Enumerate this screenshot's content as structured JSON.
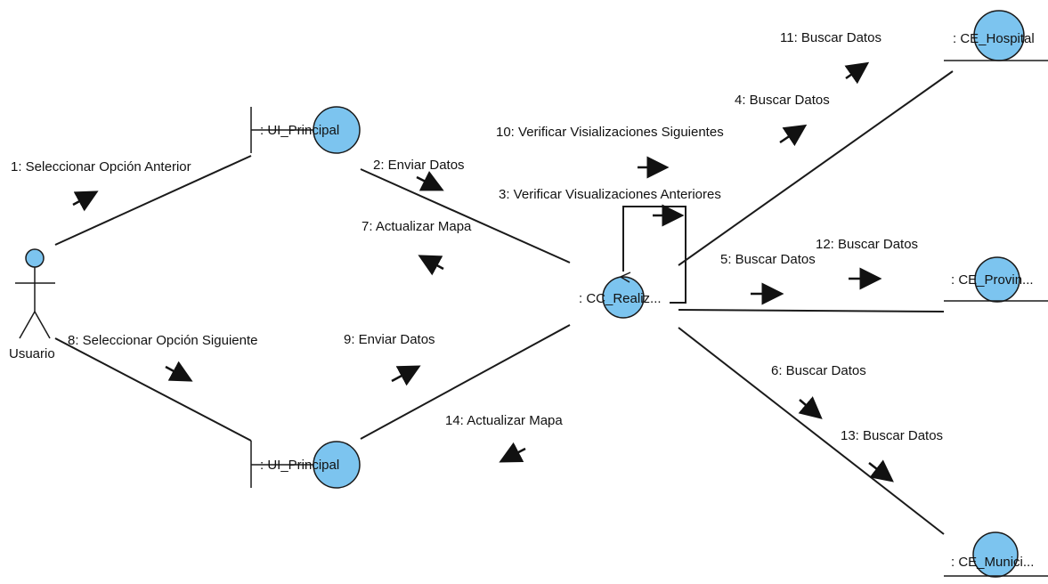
{
  "colors": {
    "object_fill": "#7cc4ef",
    "stroke": "#1a1a1a",
    "background": "#ffffff"
  },
  "actor": {
    "name": "Usuario"
  },
  "objects": {
    "ui_principal_top": ": UI_Principal",
    "ui_principal_bottom": ": UI_Principal",
    "cc_realizar": ": CC_Realiz...",
    "ce_hospital": ": CE_Hospital",
    "ce_provincia": ": CE_Provin...",
    "ce_municipio": ": CE_Munici..."
  },
  "messages": {
    "m1": "1: Seleccionar Opción Anterior",
    "m2": "2: Enviar Datos",
    "m3": "3: Verificar Visualizaciones Anteriores",
    "m4": "4: Buscar Datos",
    "m5": "5: Buscar Datos",
    "m6": "6: Buscar Datos",
    "m7": "7: Actualizar Mapa",
    "m8": "8: Seleccionar Opción Siguiente",
    "m9": "9: Enviar Datos",
    "m10": "10: Verificar Visializaciones Siguientes",
    "m11": "11: Buscar Datos",
    "m12": "12: Buscar Datos",
    "m13": "13: Buscar Datos",
    "m14": "14: Actualizar Mapa"
  }
}
